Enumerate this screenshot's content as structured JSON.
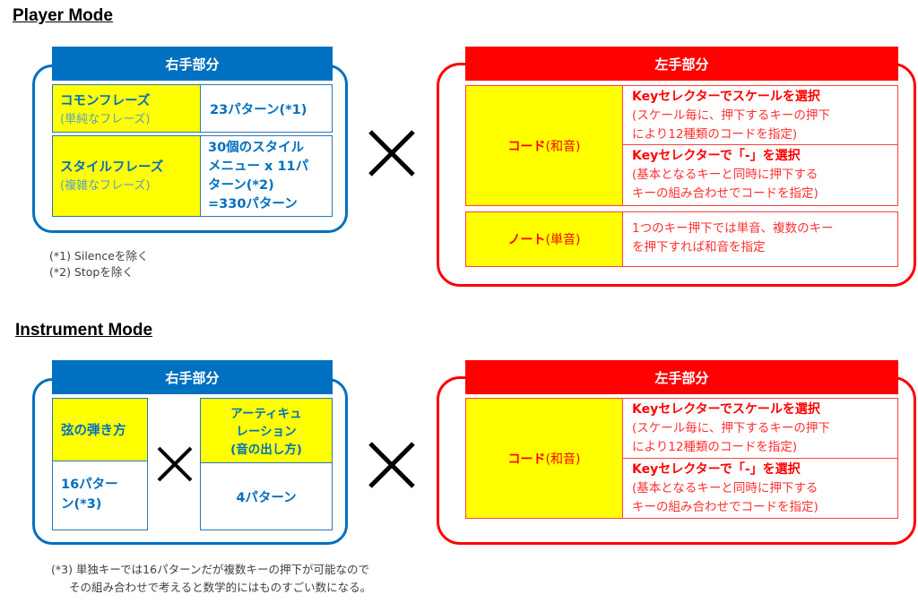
{
  "player": {
    "title": "Player Mode",
    "right": {
      "header": "右手部分",
      "rows": [
        {
          "name": "コモンフレーズ",
          "sub": "(単純なフレーズ)",
          "value": "23パターン(*1)"
        },
        {
          "name": "スタイルフレーズ",
          "sub": "(複雑なフレーズ)",
          "value_lines": [
            "30個のスタイル",
            "メニュー x 11パ",
            "ターン(*2)",
            "=330パターン"
          ]
        }
      ]
    },
    "notes": [
      "(*1) Silenceを除く",
      "(*2) Stopを除く"
    ],
    "left": {
      "header": "左手部分",
      "chord": {
        "name": "コード",
        "paren": "(和音)",
        "items": [
          {
            "head": "Keyセレクターでスケールを選択",
            "lines": [
              "(スケール毎に、押下するキーの押下",
              "により12種類のコードを指定)"
            ]
          },
          {
            "head": "Keyセレクターで「-」を選択",
            "lines": [
              "(基本となるキーと同時に押下する",
              "キーの組み合わせでコードを指定)"
            ]
          }
        ]
      },
      "note": {
        "name": "ノート",
        "paren": "(単音)",
        "lines": [
          "1つのキー押下では単音、複数のキー",
          "を押下すれば和音を指定"
        ]
      }
    }
  },
  "instrument": {
    "title": "Instrument Mode",
    "right": {
      "header": "右手部分",
      "col1": {
        "name": "弦の弾き方",
        "value_lines": [
          "16パター",
          "ン(*3)"
        ]
      },
      "col2": {
        "name_lines": [
          "アーティキュ",
          "レーション",
          "(音の出し方)"
        ],
        "value": "4パターン"
      }
    },
    "notes": [
      "(*3) 単独キーでは16パターンだが複数キーの押下が可能なので",
      "その組み合わせで考えると数学的にはものすごい数になる。"
    ],
    "left": {
      "header": "左手部分",
      "chord": {
        "name": "コード",
        "paren": "(和音)",
        "items": [
          {
            "head": "Keyセレクターでスケールを選択",
            "lines": [
              "(スケール毎に、押下するキーの押下",
              "により12種類のコードを指定)"
            ]
          },
          {
            "head": "Keyセレクターで「-」を選択",
            "lines": [
              "(基本となるキーと同時に押下する",
              "キーの組み合わせでコードを指定)"
            ]
          }
        ]
      }
    }
  }
}
